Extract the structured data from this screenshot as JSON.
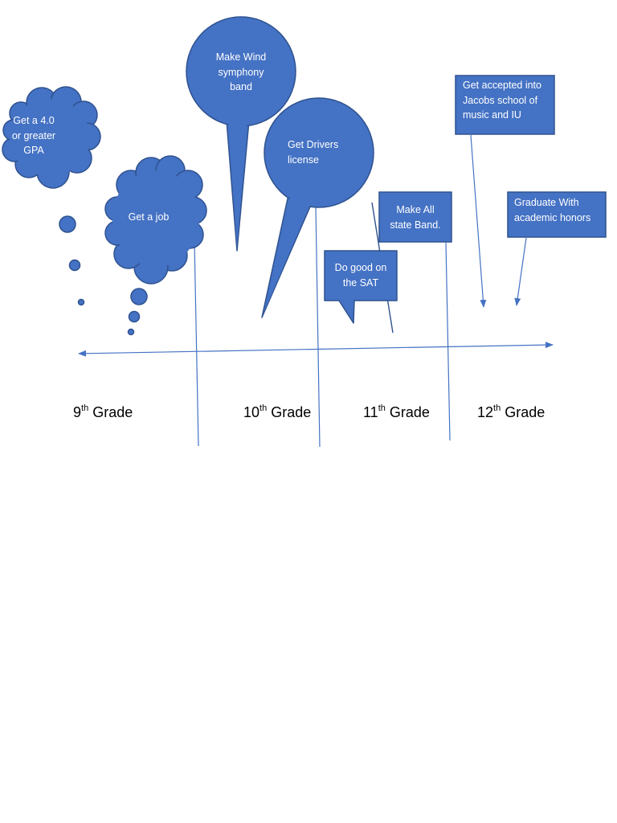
{
  "colors": {
    "fill": "#4472C4",
    "stroke": "#2F528F",
    "line": "#4472C4",
    "text_on_shape": "#FFFFFF",
    "grade_text": "#000000"
  },
  "shapes": {
    "gpa_cloud": {
      "text_line1": "Get a 4.0",
      "text_line2": "or greater",
      "text_line3": "GPA",
      "icon": "thought-cloud"
    },
    "job_cloud": {
      "text": "Get a job",
      "icon": "thought-cloud"
    },
    "wind_bubble": {
      "text_line1": "Make Wind",
      "text_line2": "symphony",
      "text_line3": "band",
      "icon": "speech-balloon"
    },
    "drivers_bubble": {
      "text_line1": "Get Drivers",
      "text_line2": "license",
      "icon": "speech-balloon"
    },
    "sat_callout": {
      "text_line1": "Do good on",
      "text_line2": "the SAT",
      "icon": "rectangular-callout"
    },
    "allstate_box": {
      "text_line1": "Make All",
      "text_line2": "state Band."
    },
    "jacobs_box": {
      "text_line1": "Get accepted into",
      "text_line2": "Jacobs school of",
      "text_line3": "music and IU"
    },
    "honors_box": {
      "text_line1": "Graduate With",
      "text_line2": "academic honors"
    }
  },
  "grades": [
    {
      "num": "9",
      "sup": "th",
      "word": "Grade"
    },
    {
      "num": "10",
      "sup": "th",
      "word": "Grade"
    },
    {
      "num": "11",
      "sup": "th",
      "word": "Grade"
    },
    {
      "num": "12",
      "sup": "th",
      "word": "Grade"
    }
  ]
}
